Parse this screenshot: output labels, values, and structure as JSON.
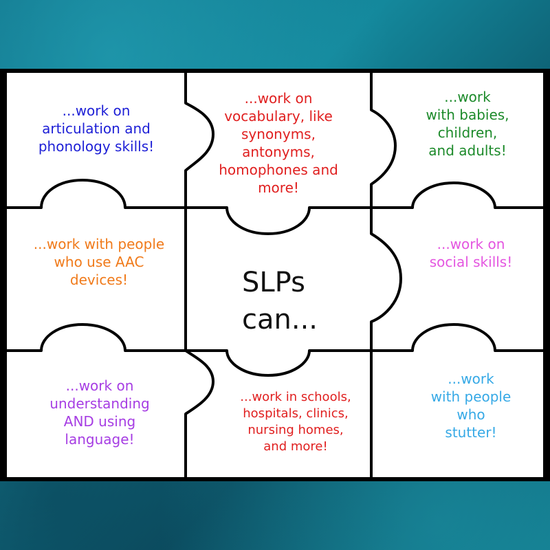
{
  "colors": {
    "blue": "#1d1fd6",
    "red": "#e01f1f",
    "green": "#1c8a2a",
    "orange": "#f07a1a",
    "magenta": "#e455e0",
    "purple": "#a63de3",
    "light_blue": "#36a9e6"
  },
  "center": {
    "line1": "SLPs",
    "line2": "can..."
  },
  "pieces": {
    "top_left": "...work on\narticulation and\nphonology skills!",
    "top_middle": "...work on\nvocabulary, like\nsynonyms,\nantonyms,\nhomophones and\nmore!",
    "top_right": "...work\nwith babies,\nchildren,\nand adults!",
    "middle_left": "...work with people\nwho use AAC\ndevices!",
    "middle_right": "...work on\nsocial skills!",
    "bottom_left": "...work on\nunderstanding\nAND using\nlanguage!",
    "bottom_middle": "...work in schools,\nhospitals, clinics,\nnursing homes,\nand more!",
    "bottom_right": "...work\nwith people\nwho\nstutter!"
  }
}
